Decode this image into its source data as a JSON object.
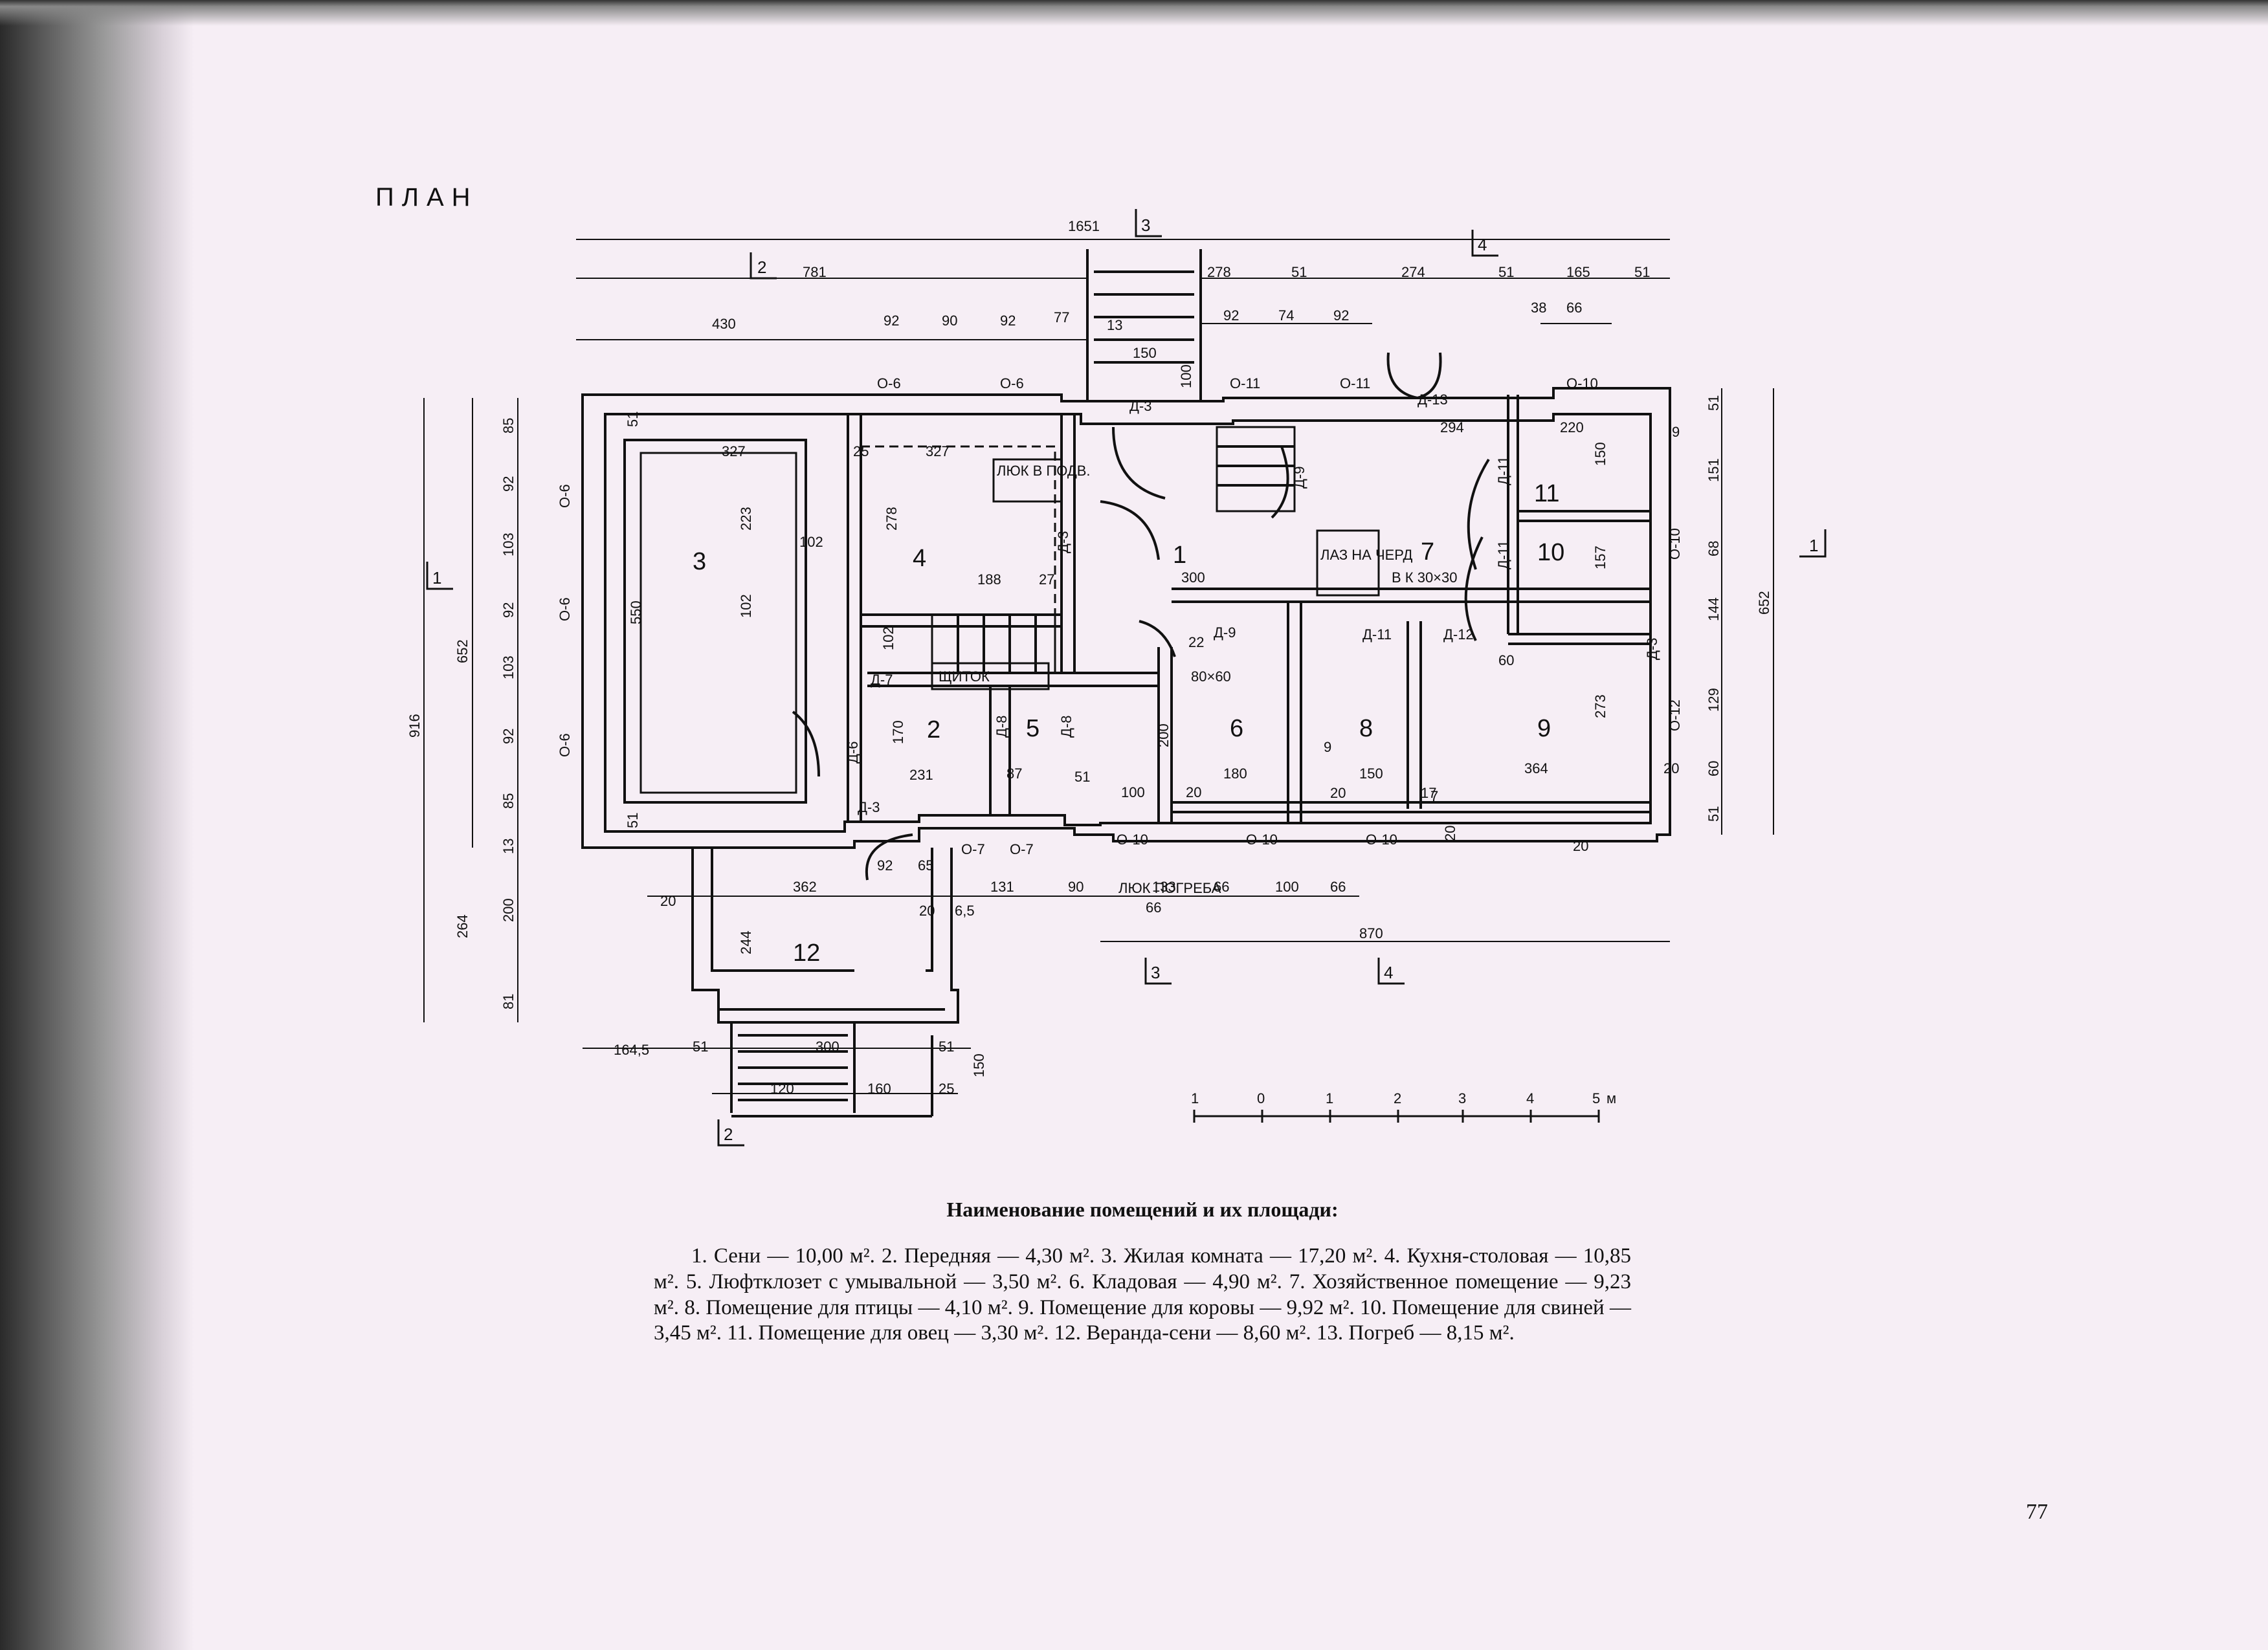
{
  "plan_title": "ПЛАН",
  "room_numbers": [
    "1",
    "2",
    "3",
    "4",
    "5",
    "6",
    "7",
    "8",
    "9",
    "10",
    "11",
    "12"
  ],
  "door_labels": [
    "Д-3",
    "Д-3",
    "Д-3",
    "Д-13",
    "Д-9",
    "Д-9",
    "Д-11",
    "Д-11",
    "Д-11",
    "Д-12",
    "Д-7",
    "Д-6",
    "Д-8",
    "Д-8",
    "Д-3"
  ],
  "window_labels": [
    "О-6",
    "О-6",
    "О-11",
    "О-11",
    "О-10",
    "О-6",
    "О-6",
    "О-6",
    "О-10",
    "О-12",
    "О-7",
    "О-7",
    "О-10",
    "О-10",
    "О-10"
  ],
  "notes": {
    "cellar_hatch_kitchen": "ЛЮК В ПОДВ.",
    "attic_hatch": "ЛАЗ НА ЧЕРД",
    "vent": "В К 30×30",
    "shield": "ЩИТОК",
    "cellar_hatch_pogreb": "ЛЮК ПОГРЕБА",
    "opening_80x60": "80×60"
  },
  "dimensions": {
    "top": [
      "1651",
      "781",
      "278",
      "51",
      "274",
      "51",
      "165",
      "51",
      "430",
      "92",
      "90",
      "92",
      "77",
      "13",
      "92",
      "74",
      "92",
      "38",
      "66",
      "150",
      "100",
      "294",
      "220",
      "327",
      "327",
      "25",
      "278",
      "102",
      "188",
      "27",
      "300",
      "102",
      "223",
      "550",
      "102"
    ],
    "left": [
      "916",
      "652",
      "264",
      "85",
      "92",
      "103",
      "92",
      "103",
      "92",
      "85",
      "13",
      "200",
      "81",
      "51",
      "51"
    ],
    "right": [
      "652",
      "51",
      "151",
      "68",
      "144",
      "129",
      "60",
      "51",
      "9",
      "150",
      "157",
      "273",
      "20",
      "20",
      "60"
    ],
    "bottom": [
      "870",
      "362",
      "92",
      "65",
      "131",
      "90",
      "133",
      "66",
      "100",
      "66",
      "164,5",
      "51",
      "300",
      "51",
      "120",
      "160",
      "25",
      "150",
      "231",
      "170",
      "87",
      "180",
      "150",
      "364",
      "244",
      "20",
      "6,5",
      "20",
      "20",
      "9",
      "7",
      "17",
      "20",
      "22",
      "200",
      "66",
      "51",
      "100",
      "20"
    ]
  },
  "axis_labels": [
    "1",
    "1",
    "2",
    "2",
    "3",
    "3",
    "4",
    "4"
  ],
  "scale": {
    "ticks": [
      "1",
      "0",
      "1",
      "2",
      "3",
      "4",
      "5"
    ],
    "unit": "м"
  },
  "legend": {
    "title": "Наименование помещений и их площади:",
    "body": "1. Сени — 10,00 м². 2. Передняя — 4,30 м². 3. Жилая комната — 17,20 м². 4. Кухня-столовая — 10,85 м². 5. Люфтклозет с умывальной — 3,50 м². 6. Кладовая — 4,90 м². 7. Хозяйственное помещение — 9,23 м². 8. Помещение для птицы — 4,10 м². 9. Помещение для коровы — 9,92 м². 10. Помещение для свиней — 3,45 м². 11. Помещение для овец — 3,30 м². 12. Веранда-сени — 8,60 м². 13. Погреб — 8,15 м²."
  },
  "page_number": "77"
}
